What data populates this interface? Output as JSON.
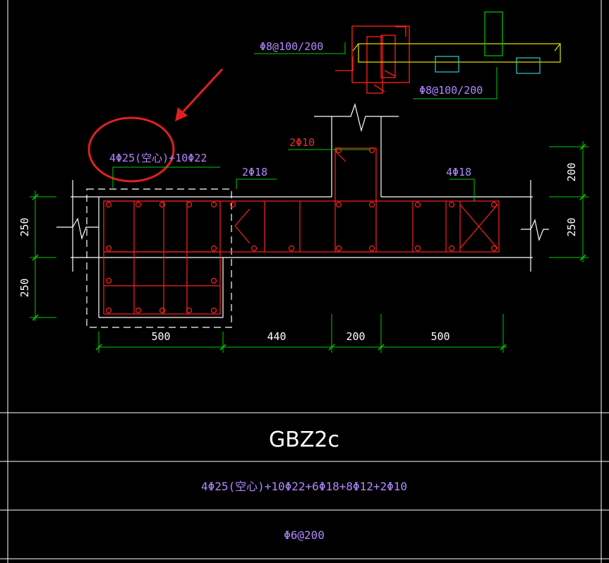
{
  "colors": {
    "background": "#000000",
    "outline": "#ffffff",
    "rebar": "#ff2020",
    "dimension": "#00cc00",
    "label": "#b088ff",
    "stirrup_detail": "#e6e600",
    "cyan_detail": "#33cccc",
    "highlight": "#e02020"
  },
  "labels": {
    "top_stirrup_1": "Φ8@100/200",
    "top_stirrup_2": "Φ8@100/200",
    "left_corner_bars": "4Φ25(空心)+10Φ22",
    "web_bars": "2Φ18",
    "flange_top_bars": "2Φ10",
    "right_bars": "4Φ18"
  },
  "dimensions": {
    "bottom": [
      "500",
      "440",
      "200",
      "500"
    ],
    "left": [
      "250",
      "250"
    ],
    "right": [
      "200",
      "250"
    ]
  },
  "table": {
    "name": "GBZ2c",
    "longitudinal": "4Φ25(空心)+10Φ22+6Φ18+8Φ12+2Φ10",
    "stirrup": "Φ6@200"
  }
}
